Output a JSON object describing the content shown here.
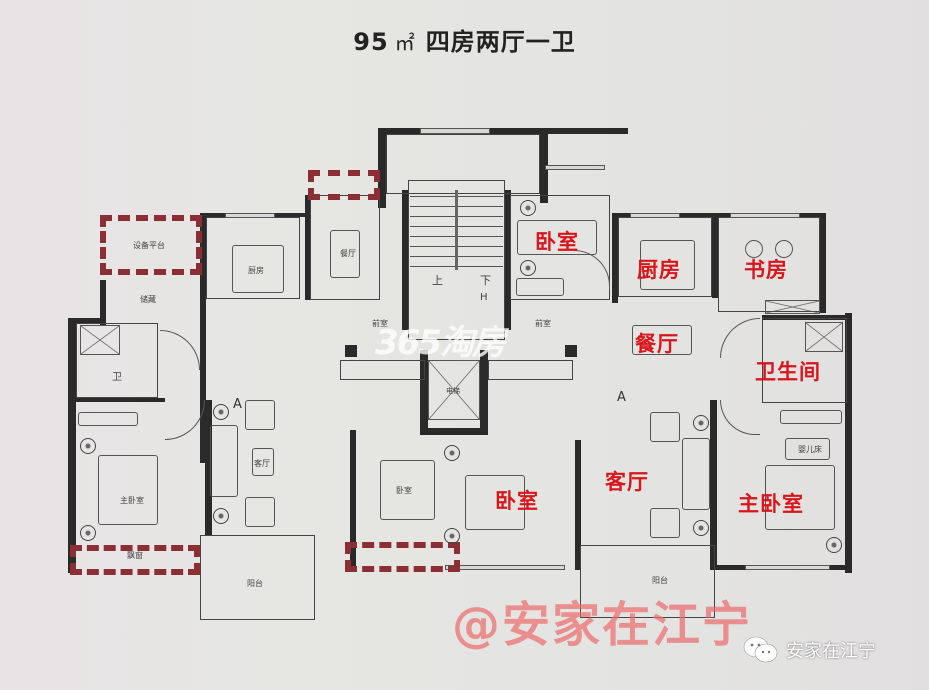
{
  "title": {
    "area": "95",
    "unit": "㎡",
    "layout": "四房两厅一卫"
  },
  "left_unit": {
    "unit_label": "A",
    "rooms": {
      "equipment_platform": "设备平台",
      "storage": "储藏",
      "kitchen": "厨房",
      "dining": "餐厅",
      "bathroom": "卫",
      "living": "客厅",
      "master_bedroom": "主卧室",
      "bedroom": "卧室",
      "balcony": "阳台",
      "bay_window": "飘窗"
    }
  },
  "core": {
    "up": "上",
    "down": "下",
    "h_mark": "H",
    "lobby_left": "前室",
    "lobby_right": "前室",
    "elevator": "电梯"
  },
  "right_unit": {
    "unit_label": "A",
    "rooms_red_labels": {
      "bedroom_top": "卧室",
      "kitchen": "厨房",
      "study": "书房",
      "dining": "餐厅",
      "bathroom": "卫生间",
      "bedroom_bottom": "卧室",
      "living": "客厅",
      "master_bedroom": "主卧室"
    },
    "crib_label": "婴儿床",
    "balcony": "阳台"
  },
  "watermarks": {
    "center": "365淘房",
    "bottom": "@安家在江宁",
    "brand": "安家在江宁"
  },
  "colors": {
    "label_red": "#d8161c",
    "hatch": "#8b2f35",
    "wall": "#2a2a2a",
    "paper": "#e4e4e2"
  }
}
